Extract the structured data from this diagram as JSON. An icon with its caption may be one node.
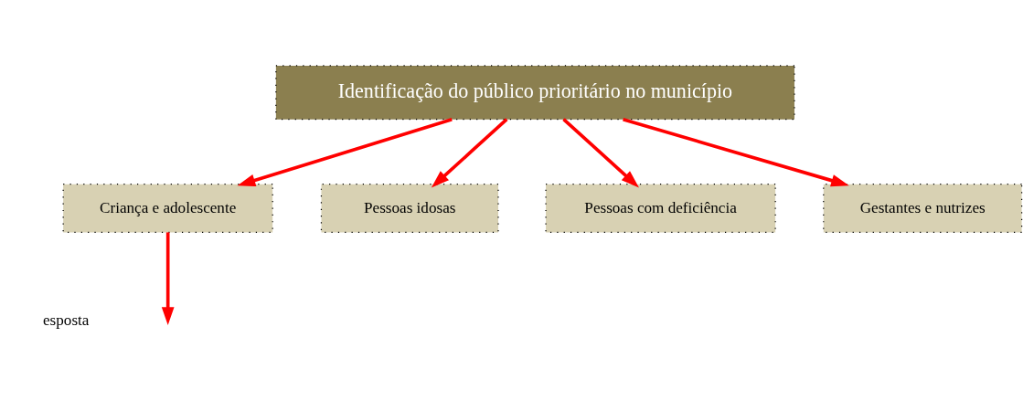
{
  "diagram": {
    "nodes": [
      {
        "text": [
          "Identificação do público prioritário no município"
        ]
      },
      {
        "text": [
          "Criança e adolescente"
        ]
      },
      {
        "text": [
          "Gestantes e nutrizes"
        ]
      },
      {
        "text": [
          "Pessoas idosas"
        ]
      },
      {
        "text": [
          "Pessoas com deficiência"
        ]
      }
    ],
    "edges": [
      {
        "from": 0,
        "to": 1,
        "arrow": "to"
      },
      {
        "from": 0,
        "to": 2,
        "arrow": "to"
      },
      {
        "from": 0,
        "to": 3,
        "arrow": "to"
      },
      {
        "from": 0,
        "to": 4,
        "arrow": "to"
      },
      {
        "from": 1,
        "to": null,
        "arrow": "to"
      }
    ],
    "labels": [
      "esposta"
    ]
  }
}
